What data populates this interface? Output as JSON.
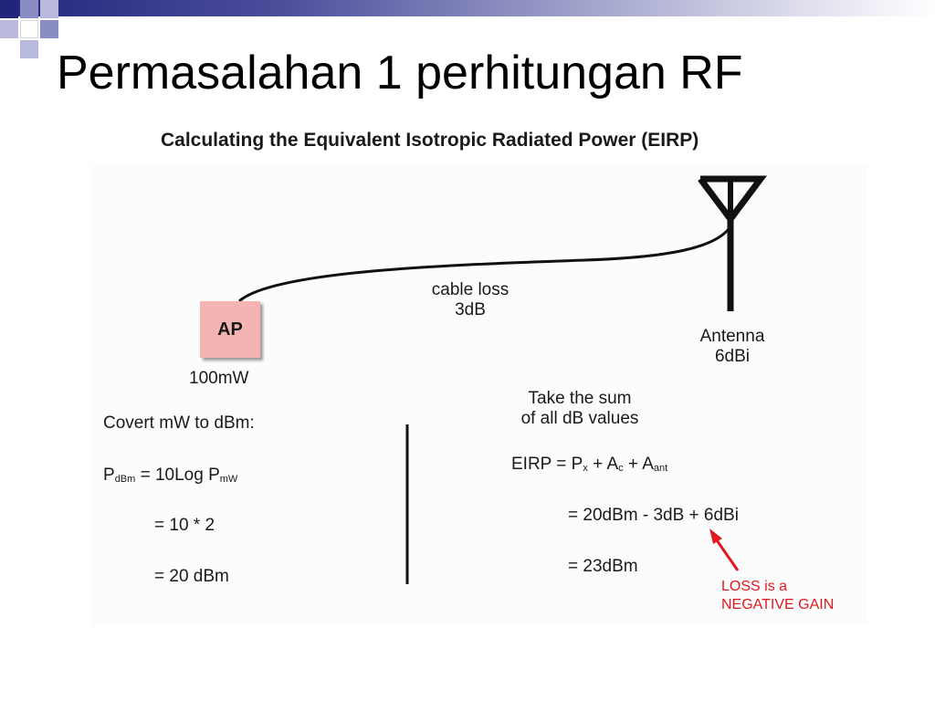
{
  "slide": {
    "title": "Permasalahan 1 perhitungan RF"
  },
  "figure": {
    "title": "Calculating the Equivalent Isotropic Radiated Power (EIRP)",
    "ap": {
      "label": "AP",
      "power": "100mW"
    },
    "cable": {
      "line1": "cable loss",
      "line2": "3dB"
    },
    "antenna": {
      "line1": "Antenna",
      "line2": "6dBi"
    },
    "left_calc": {
      "heading": "Covert mW to dBm:",
      "formula_P": "P",
      "formula_sub1": "dBm",
      "formula_mid": " = 10Log P",
      "formula_sub2": "mW",
      "step1": "= 10 * 2",
      "step2": "= 20 dBm"
    },
    "right_calc": {
      "heading_line1": "Take the sum",
      "heading_line2": "of all dB values",
      "eirp_lhs": "EIRP = P",
      "sub_x": "x",
      "plus_a": " + A",
      "sub_c": "c",
      "plus_a2": " + A",
      "sub_ant": "ant",
      "step1": "= 20dBm - 3dB + 6dBi",
      "step2": "= 23dBm"
    },
    "note": {
      "line1": "LOSS is a",
      "line2": "NEGATIVE GAIN",
      "color": "#e0191f"
    }
  },
  "colors": {
    "accent_dark": "#23257a",
    "ap_fill": "#f5b4b4"
  }
}
